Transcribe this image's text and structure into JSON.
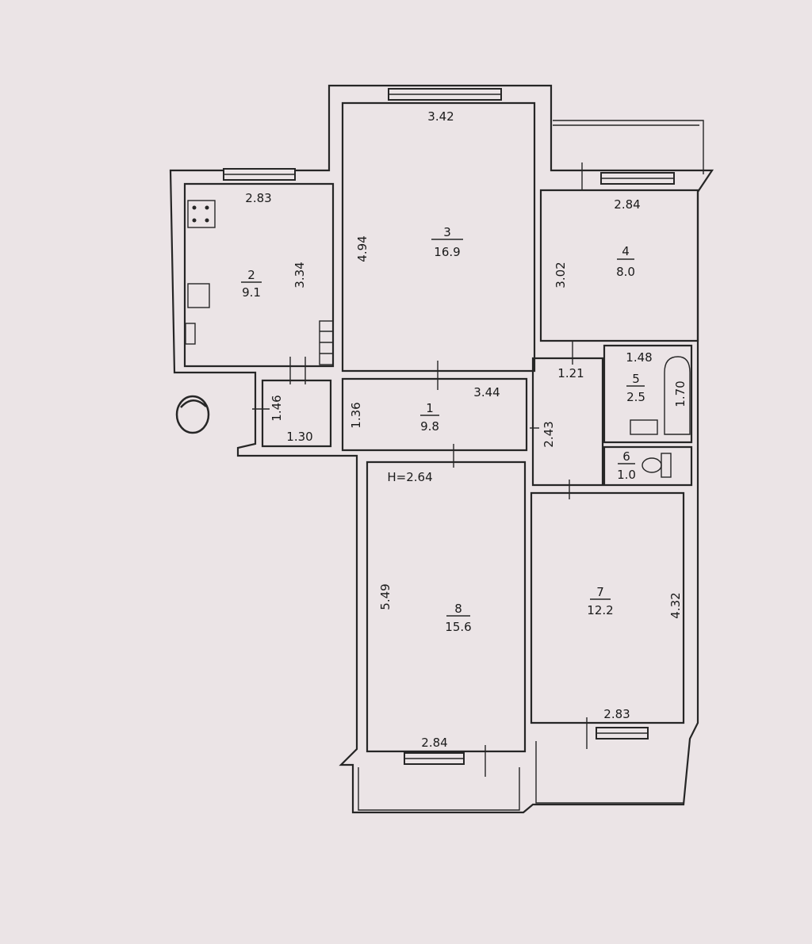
{
  "colors": {
    "paper": "#ebe4e6",
    "ink": "#262626"
  },
  "rooms": [
    {
      "id": "room-1",
      "number": "1",
      "area": "9.8"
    },
    {
      "id": "room-2",
      "number": "2",
      "area": "9.1"
    },
    {
      "id": "room-3",
      "number": "3",
      "area": "16.9"
    },
    {
      "id": "room-4",
      "number": "4",
      "area": "8.0"
    },
    {
      "id": "room-5",
      "number": "5",
      "area": "2.5"
    },
    {
      "id": "room-6",
      "number": "6",
      "area": "1.0"
    },
    {
      "id": "room-7",
      "number": "7",
      "area": "12.2"
    },
    {
      "id": "room-8",
      "number": "8",
      "area": "15.6"
    }
  ],
  "dimensions": {
    "d_342": "3.42",
    "d_494": "4.94",
    "d_283_top": "2.83",
    "d_334": "3.34",
    "d_284_top": "2.84",
    "d_302": "3.02",
    "d_148": "1.48",
    "d_170": "1.70",
    "d_121": "1.21",
    "d_243": "2.43",
    "d_146": "1.46",
    "d_130": "1.30",
    "d_136": "1.36",
    "d_344": "3.44",
    "d_549": "5.49",
    "d_432": "4.32",
    "d_283_bottom": "2.83",
    "d_284_bottom": "2.84"
  },
  "ceiling_height": "H=2.64"
}
